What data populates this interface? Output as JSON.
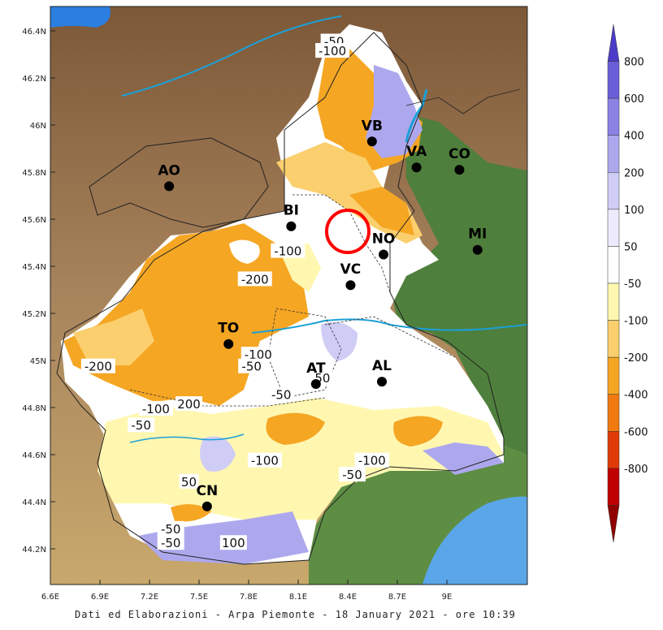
{
  "map": {
    "lat_ticks": [
      "46.4N",
      "46.2N",
      "46N",
      "45.8N",
      "45.6N",
      "45.4N",
      "45.2N",
      "45N",
      "44.8N",
      "44.6N",
      "44.4N",
      "44.2N"
    ],
    "lon_ticks": [
      "6.6E",
      "6.9E",
      "7.2E",
      "7.5E",
      "7.8E",
      "8.1E",
      "8.4E",
      "8.7E",
      "9E"
    ],
    "cities": [
      {
        "name": "AO",
        "lon": 7.32,
        "lat": 45.74
      },
      {
        "name": "BI",
        "lon": 8.06,
        "lat": 45.57
      },
      {
        "name": "VB",
        "lon": 8.55,
        "lat": 45.93
      },
      {
        "name": "VA",
        "lon": 8.82,
        "lat": 45.82
      },
      {
        "name": "CO",
        "lon": 9.08,
        "lat": 45.81
      },
      {
        "name": "NO",
        "lon": 8.62,
        "lat": 45.45
      },
      {
        "name": "MI",
        "lon": 9.19,
        "lat": 45.47
      },
      {
        "name": "VC",
        "lon": 8.42,
        "lat": 45.32
      },
      {
        "name": "TO",
        "lon": 7.68,
        "lat": 45.07
      },
      {
        "name": "AT",
        "lon": 8.21,
        "lat": 44.9
      },
      {
        "name": "AL",
        "lon": 8.61,
        "lat": 44.91
      },
      {
        "name": "CN",
        "lon": 7.55,
        "lat": 44.38
      }
    ],
    "contour_labels": [
      {
        "text": "-50",
        "lon": 8.32,
        "lat": 46.35
      },
      {
        "text": "-100",
        "lon": 8.31,
        "lat": 46.31
      },
      {
        "text": "-100",
        "lon": 8.04,
        "lat": 45.46
      },
      {
        "text": "-200",
        "lon": 7.84,
        "lat": 45.34
      },
      {
        "text": "-100",
        "lon": 7.86,
        "lat": 45.02
      },
      {
        "text": "-50",
        "lon": 7.82,
        "lat": 44.97
      },
      {
        "text": "-200",
        "lon": 6.89,
        "lat": 44.97
      },
      {
        "text": "50",
        "lon": 8.25,
        "lat": 44.92
      },
      {
        "text": "-50",
        "lon": 8.0,
        "lat": 44.85
      },
      {
        "text": "-100",
        "lon": 7.24,
        "lat": 44.79
      },
      {
        "text": "200",
        "lon": 7.44,
        "lat": 44.81
      },
      {
        "text": "-50",
        "lon": 7.15,
        "lat": 44.72
      },
      {
        "text": "-100",
        "lon": 7.9,
        "lat": 44.57
      },
      {
        "text": "-100",
        "lon": 8.55,
        "lat": 44.57
      },
      {
        "text": "-50",
        "lon": 8.43,
        "lat": 44.51
      },
      {
        "text": "50",
        "lon": 7.44,
        "lat": 44.48
      },
      {
        "text": "-50",
        "lon": 7.33,
        "lat": 44.28
      },
      {
        "text": "-50",
        "lon": 7.33,
        "lat": 44.22
      },
      {
        "text": "100",
        "lon": 7.71,
        "lat": 44.22
      }
    ]
  },
  "legend": {
    "labels": [
      "800",
      "600",
      "400",
      "200",
      "100",
      "50",
      "-50",
      "-100",
      "-200",
      "-400",
      "-600",
      "-800"
    ],
    "colors": [
      "#4a3cc8",
      "#6a5ed8",
      "#8b82e4",
      "#ada8ee",
      "#cfccf6",
      "#eceafc",
      "#ffffff",
      "#fff7b0",
      "#fbcf6e",
      "#f5a623",
      "#f07a10",
      "#e03a08",
      "#c00000",
      "#900000"
    ]
  },
  "footer": "Dati ed Elaborazioni - Arpa Piemonte - 18 January 2021 - ore 10:39",
  "colors": {
    "highlight": "#ff0000",
    "river": "#1ba0d8",
    "lake": "#2a7fe0"
  }
}
